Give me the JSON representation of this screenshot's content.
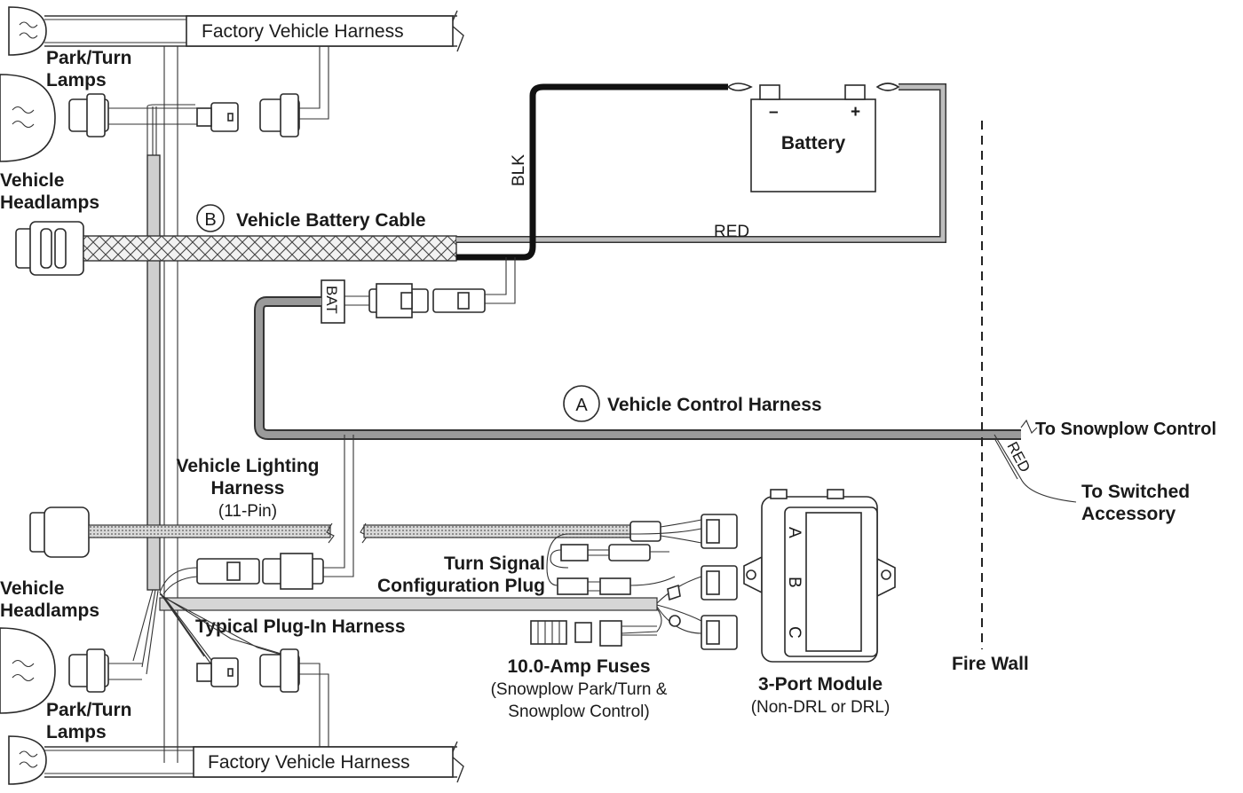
{
  "labels": {
    "factory_harness_top": "Factory Vehicle Harness",
    "factory_harness_bottom": "Factory Vehicle Harness",
    "park_turn_top_1": "Park/Turn",
    "park_turn_top_2": "Lamps",
    "park_turn_bottom_1": "Park/Turn",
    "park_turn_bottom_2": "Lamps",
    "headlamps_top_1": "Vehicle",
    "headlamps_top_2": "Headlamps",
    "headlamps_bottom_1": "Vehicle",
    "headlamps_bottom_2": "Headlamps",
    "battery_cable_marker": "B",
    "battery_cable": "Vehicle Battery Cable",
    "battery": "Battery",
    "battery_neg": "–",
    "battery_pos": "+",
    "blk": "BLK",
    "red_top": "RED",
    "bat_tag": "BAT",
    "control_harness_marker": "A",
    "control_harness": "Vehicle Control Harness",
    "to_snowplow_control": "To Snowplow Control",
    "red_lead": "RED",
    "to_switched_1": "To Switched",
    "to_switched_2": "Accessory",
    "lighting_harness_1": "Vehicle Lighting",
    "lighting_harness_2": "Harness",
    "lighting_harness_3": "(11-Pin)",
    "turn_signal_1": "Turn Signal",
    "turn_signal_2": "Configuration Plug",
    "plugin_harness": "Typical Plug-In Harness",
    "fuses_1": "10.0-Amp Fuses",
    "fuses_2": "(Snowplow Park/Turn &",
    "fuses_3": "Snowplow Control)",
    "module_1": "3-Port Module",
    "module_2": "(Non-DRL or DRL)",
    "port_a": "A",
    "port_b": "B",
    "port_c": "C",
    "firewall": "Fire Wall"
  }
}
